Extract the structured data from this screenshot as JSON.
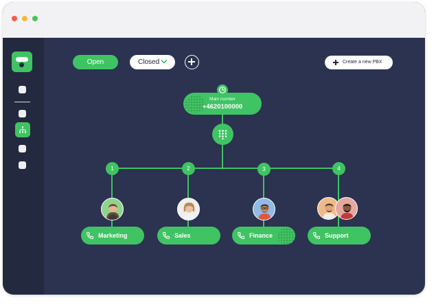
{
  "toolbar": {
    "open_label": "Open",
    "closed_label": "Closed",
    "create_label": "Create a new PBX"
  },
  "main_number": {
    "label": "Main number",
    "number": "+4620100000"
  },
  "branches": [
    {
      "option": "1",
      "department": "Marketing"
    },
    {
      "option": "2",
      "department": "Sales"
    },
    {
      "option": "3",
      "department": "Finance"
    },
    {
      "option": "4",
      "department": "Support"
    }
  ],
  "colors": {
    "accent": "#40c463",
    "canvas": "#2b3350",
    "sidebar": "#232a40",
    "titlebar": "#f2f2f4"
  },
  "icons": [
    "clock-icon",
    "keypad-icon",
    "phone-icon",
    "plus-icon",
    "chevron-down-icon",
    "org-chart-icon"
  ]
}
